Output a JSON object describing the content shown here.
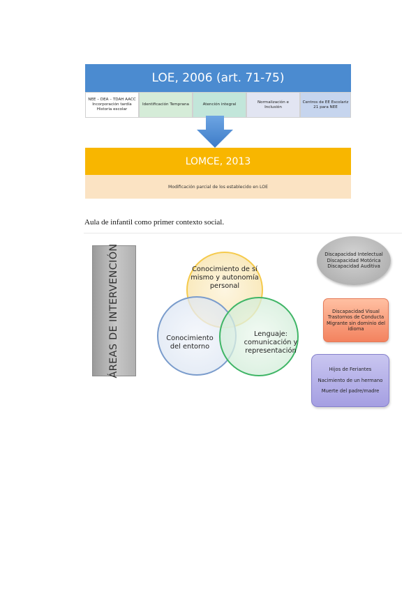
{
  "loe": {
    "title": "LOE, 2006 (art. 71-75)",
    "cells": [
      "NEE – DEA – TDAH AACC Incorporación tardía Historia escolar",
      "Identificación Temprana",
      "Atención integral",
      "Normalización e Inclusión",
      "Centros de EE Escolariz 21 para NEE"
    ]
  },
  "lomce": {
    "title": "LOMCE, 2013",
    "body": "Modificación parcial de los establecido en LOE"
  },
  "caption": "Aula de infantil como primer contexto social.",
  "areas_title": "ÁREAS DE INTERVENCIÓN",
  "venn": {
    "top": "Conocimiento de sí mismo y autonomía personal",
    "left": "Conocimiento del entorno",
    "right": "Lenguaje: comunicación y representación"
  },
  "side": {
    "grey": [
      "Discapacidad Intelectual",
      "Discapacidad Motórica",
      "Discapacidad Auditiva"
    ],
    "salmon": [
      "Discapacidad Visual",
      "Trastornos de Conducta",
      "Migrante sin dominio del idioma"
    ],
    "purple": [
      "Hijos de Feriantes",
      "Nacimiento de un hermano",
      "Muerte del padre/madre"
    ]
  },
  "colors": {
    "loe_header": "#4b8bd0",
    "lomce_header": "#f8b600",
    "lomce_body": "#fbe3c3",
    "cells": [
      "#ffffff",
      "#d5ecd8",
      "#c2e6da",
      "#e2e5f2",
      "#c6d5ee"
    ],
    "circle_top": "#f5ca4c",
    "circle_left": "#7a9ccc",
    "circle_right": "#3fb566"
  }
}
